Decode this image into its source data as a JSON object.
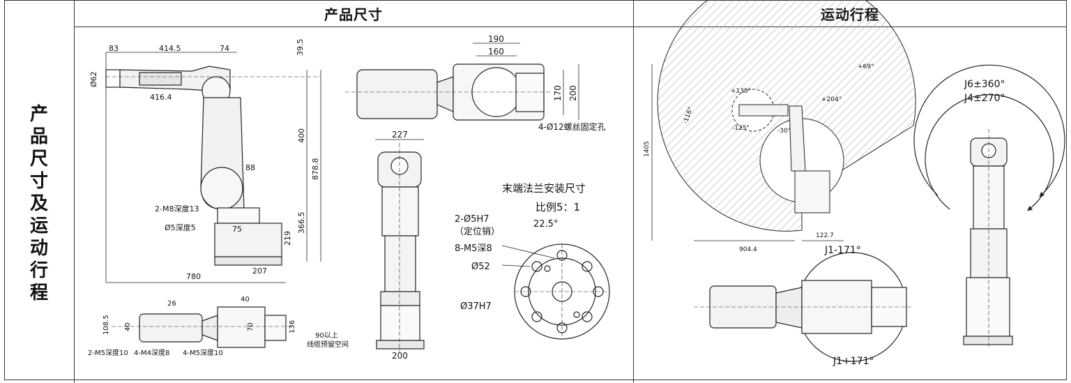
{
  "headers": {
    "size": "产品尺寸",
    "motion": "运动行程"
  },
  "side_label": [
    "产",
    "品",
    "尺",
    "寸",
    "及",
    "运",
    "动",
    "行",
    "程"
  ],
  "side_view": {
    "dims": [
      "83",
      "414.5",
      "74",
      "39.5",
      "Ø62",
      "416.4",
      "400",
      "878.8",
      "88",
      "2-M8深度13",
      "Ø5深度5",
      "75",
      "366.5",
      "219",
      "207",
      "780"
    ]
  },
  "top_view": {
    "dims": [
      "190",
      "160",
      "170",
      "200",
      "4-Ø12螺丝固定孔"
    ]
  },
  "front_view": {
    "dims": [
      "227",
      "200"
    ]
  },
  "flange": {
    "title": "末端法兰安装尺寸",
    "scale": "比例5：1",
    "labels": [
      "2-Ø5H7",
      "（定位销）",
      "22.5°",
      "8-M5深8",
      "Ø52",
      "Ø37H7"
    ]
  },
  "bottom_view": {
    "dims": [
      "26",
      "40",
      "108.5",
      "40",
      "70",
      "136",
      "90以上",
      "线缆预留空间",
      "2-M5深度10",
      "4-M4深度8",
      "4-M5深度10"
    ]
  },
  "motion": {
    "dims": [
      "+69°",
      "+135°",
      "+204°",
      "-125°",
      "-116°",
      "-30°",
      "1405",
      "904.4",
      "122.7"
    ],
    "joints": [
      "J6±360°",
      "J4±270°",
      "J1-171°",
      "J1+171°"
    ]
  }
}
